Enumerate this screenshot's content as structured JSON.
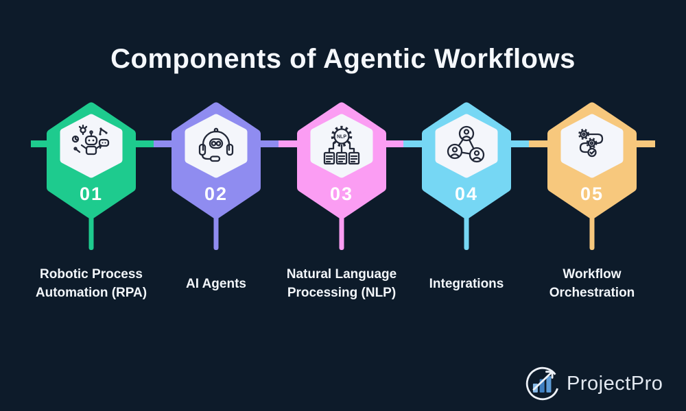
{
  "background_color": "#0d1b2a",
  "title": {
    "text": "Components of Agentic Workflows",
    "color": "#f5f8fc"
  },
  "steps": [
    {
      "number": "01",
      "color": "#1ecb8e",
      "icon": "robot-doodle-icon",
      "label_lines": [
        "Robotic Process",
        "Automation (RPA)"
      ]
    },
    {
      "number": "02",
      "color": "#8f8cf0",
      "icon": "support-robot-icon",
      "label_lines": [
        "AI Agents"
      ]
    },
    {
      "number": "03",
      "color": "#fb9df3",
      "icon": "nlp-gear-documents-icon",
      "label_lines": [
        "Natural Language",
        "Processing (NLP)"
      ],
      "icon_text": "NLP"
    },
    {
      "number": "04",
      "color": "#76d7f4",
      "icon": "people-network-icon",
      "label_lines": [
        "Integrations"
      ]
    },
    {
      "number": "05",
      "color": "#f7c87d",
      "icon": "workflow-path-icon",
      "label_lines": [
        "Workflow",
        "Orchestration"
      ]
    }
  ],
  "inner_hex_color": "#f4f6fb",
  "logo": {
    "text": "ProjectPro",
    "text_color": "#e3e9f1",
    "circle_color": "#edf1f7",
    "bar_colors": [
      "#85b7e4",
      "#3f7fc0",
      "#5d9cd7"
    ]
  }
}
